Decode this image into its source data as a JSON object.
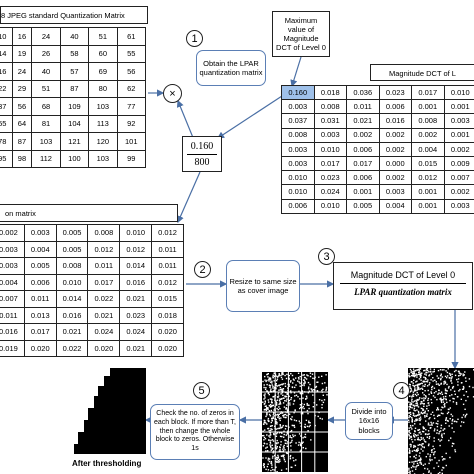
{
  "jpeg_matrix": {
    "title": "8 JPEG standard Quantization Matrix",
    "rows": [
      [
        "10",
        "16",
        "24",
        "40",
        "51",
        "61"
      ],
      [
        "14",
        "19",
        "26",
        "58",
        "60",
        "55"
      ],
      [
        "16",
        "24",
        "40",
        "57",
        "69",
        "56"
      ],
      [
        "22",
        "29",
        "51",
        "87",
        "80",
        "62"
      ],
      [
        "37",
        "56",
        "68",
        "109",
        "103",
        "77"
      ],
      [
        "55",
        "64",
        "81",
        "104",
        "113",
        "92"
      ],
      [
        "78",
        "87",
        "103",
        "121",
        "120",
        "101"
      ],
      [
        "95",
        "98",
        "112",
        "100",
        "103",
        "99"
      ]
    ]
  },
  "multiply_symbol": "×",
  "step1": {
    "number": "1",
    "text": "Obtain the LPAR quantization matrix"
  },
  "fraction": {
    "numerator": "0.160",
    "denominator": "800"
  },
  "max_value_box": {
    "text": "Maximum value of Magnitude DCT of Level 0"
  },
  "dct_matrix": {
    "title": "Magnitude DCT of L",
    "rows": [
      [
        "0.160",
        "0.018",
        "0.036",
        "0.023",
        "0.017",
        "0.010"
      ],
      [
        "0.003",
        "0.008",
        "0.011",
        "0.006",
        "0.001",
        "0.001"
      ],
      [
        "0.037",
        "0.031",
        "0.021",
        "0.016",
        "0.008",
        "0.003"
      ],
      [
        "0.008",
        "0.003",
        "0.002",
        "0.002",
        "0.002",
        "0.001"
      ],
      [
        "0.003",
        "0.010",
        "0.006",
        "0.002",
        "0.004",
        "0.002"
      ],
      [
        "0.003",
        "0.017",
        "0.017",
        "0.000",
        "0.015",
        "0.009"
      ],
      [
        "0.010",
        "0.023",
        "0.006",
        "0.002",
        "0.012",
        "0.007"
      ],
      [
        "0.010",
        "0.024",
        "0.001",
        "0.003",
        "0.001",
        "0.002"
      ],
      [
        "0.006",
        "0.010",
        "0.005",
        "0.004",
        "0.001",
        "0.003"
      ]
    ]
  },
  "lpar_matrix": {
    "title": "on matrix",
    "rows": [
      [
        "0.002",
        "0.003",
        "0.005",
        "0.008",
        "0.010",
        "0.012"
      ],
      [
        "0.003",
        "0.004",
        "0.005",
        "0.012",
        "0.012",
        "0.011"
      ],
      [
        "0.003",
        "0.005",
        "0.008",
        "0.011",
        "0.014",
        "0.011"
      ],
      [
        "0.004",
        "0.006",
        "0.010",
        "0.017",
        "0.016",
        "0.012"
      ],
      [
        "0.007",
        "0.011",
        "0.014",
        "0.022",
        "0.021",
        "0.015"
      ],
      [
        "0.011",
        "0.013",
        "0.016",
        "0.021",
        "0.023",
        "0.018"
      ],
      [
        "0.016",
        "0.017",
        "0.021",
        "0.024",
        "0.024",
        "0.020"
      ],
      [
        "0.019",
        "0.020",
        "0.022",
        "0.020",
        "0.021",
        "0.020"
      ]
    ]
  },
  "step2": {
    "number": "2",
    "text": "Resize to same size as cover image"
  },
  "step3": {
    "number": "3",
    "numerator": "Magnitude DCT of  Level 0",
    "denominator": "LPAR quantization matrix"
  },
  "step4": {
    "number": "4",
    "text": "Divide into 16x16 blocks"
  },
  "step5": {
    "number": "5",
    "text": "Check the no. of zeros in each block. If more than T, then change the whole block to zeros. Otherwise 1s"
  },
  "after_label": "After thresholding"
}
